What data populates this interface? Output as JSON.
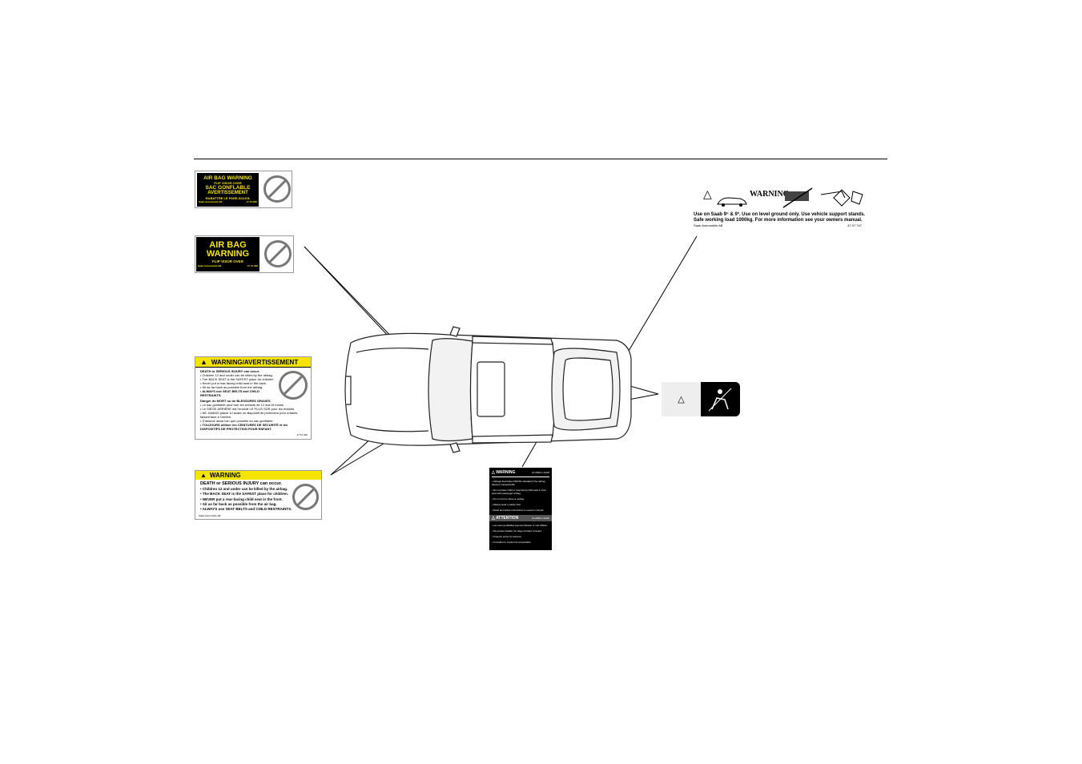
{
  "label1": {
    "title": "AIR BAG WARNING",
    "line2": "FLIP VISOR OVER",
    "line3": "SAC GONFLABLE",
    "line4": "AVERTISSEMENT",
    "line5": "RABATTRE LE PARE-SOLEIL",
    "footer_left": "Saab Automobile AB",
    "footer_right": "47 51 855"
  },
  "label2": {
    "title_1": "AIR BAG",
    "title_2": "WARNING",
    "subtitle": "FLIP VISOR OVER",
    "footer_left": "Saab Automobile AB",
    "footer_right": "47 51 636"
  },
  "label3": {
    "header": "WARNING/AVERTISSEMENT",
    "en_intro": "DEATH or SERIOUS INJURY can occur.",
    "en_items": [
      "Children 12 and under can be killed by the airbag.",
      "The BACK SEAT is the SAFEST place for children.",
      "Never put a rear-facing child seat in the back.",
      "Sit as far back as possible from the airbag.",
      "ALWAYS use SEAT BELTS and CHILD RESTRAINTS."
    ],
    "fr_intro": "Danger de MORT ou de BLESSURES GRAVES",
    "fr_items": [
      "Le sac gonflable peut tuer les enfants de 12 ans et moins.",
      "Le SIÈGE ARRIÈRE est l'endroit LE PLUS SÛR pour les enfants.",
      "NE JAMAIS placer à l'avant un dispositif de protection pour enfants faisant face à l'arrière.",
      "S'asseoir aussi loin que possible du sac gonflable.",
      "TOUJOURS utiliser les CEINTURES DE SÉCURITÉ et les DISPOSITIFS DE PROTECTION POUR ENFANT."
    ],
    "footer_right": "47 51 000"
  },
  "label4": {
    "header": "WARNING",
    "intro": "DEATH or SERIOUS INJURY can occur.",
    "items": [
      "Children 12 and under can be killed by the airbag.",
      "The BACK SEAT is the SAFEST place for children.",
      "NEVER put a rear-facing child seat in the front.",
      "Sit as far back as possible from the air bag.",
      "ALWAYS use SEAT BELTS and CHILD RESTRAINTS."
    ],
    "footer_left": "Saab Automobile AB"
  },
  "jack_label": {
    "warning_word": "WARNING",
    "line1": "Use on Saab 9⁵ & 9³. Use on level ground only. Use vehicle support stands.",
    "line2": "Safe working load 1000kg. For more information see your owners manual.",
    "footer_left": "Saab Automobile AB",
    "footer_right": "47 07 747"
  },
  "sun_label": {
    "warning_header": "WARNING",
    "warning_code": "12-2000-1-SA00",
    "warning_body": [
      "Airbags that follow FMVSS standard if the airbag deploys unexpectedly.",
      "Do not place child or rear-facing child seat in front seat with passenger airbag.",
      "Do not sit too close to airbag.",
      "Always wear a safety belt.",
      "Read and follow instructions in owner's manual."
    ],
    "attention_header": "ATTENTION",
    "attention_code": "12-2000-1-SA00",
    "attention_body": [
      "Les sacs gonflables peuvent blesser si mal utilisés.",
      "Ne jamais installer de siège d'enfant à l'avant.",
      "Toujours porter la ceinture.",
      "Consulter le manuel du propriétaire."
    ]
  },
  "colors": {
    "warning_yellow": "#f5e400",
    "label_black": "#000000",
    "prohibit_grey": "#777777"
  }
}
